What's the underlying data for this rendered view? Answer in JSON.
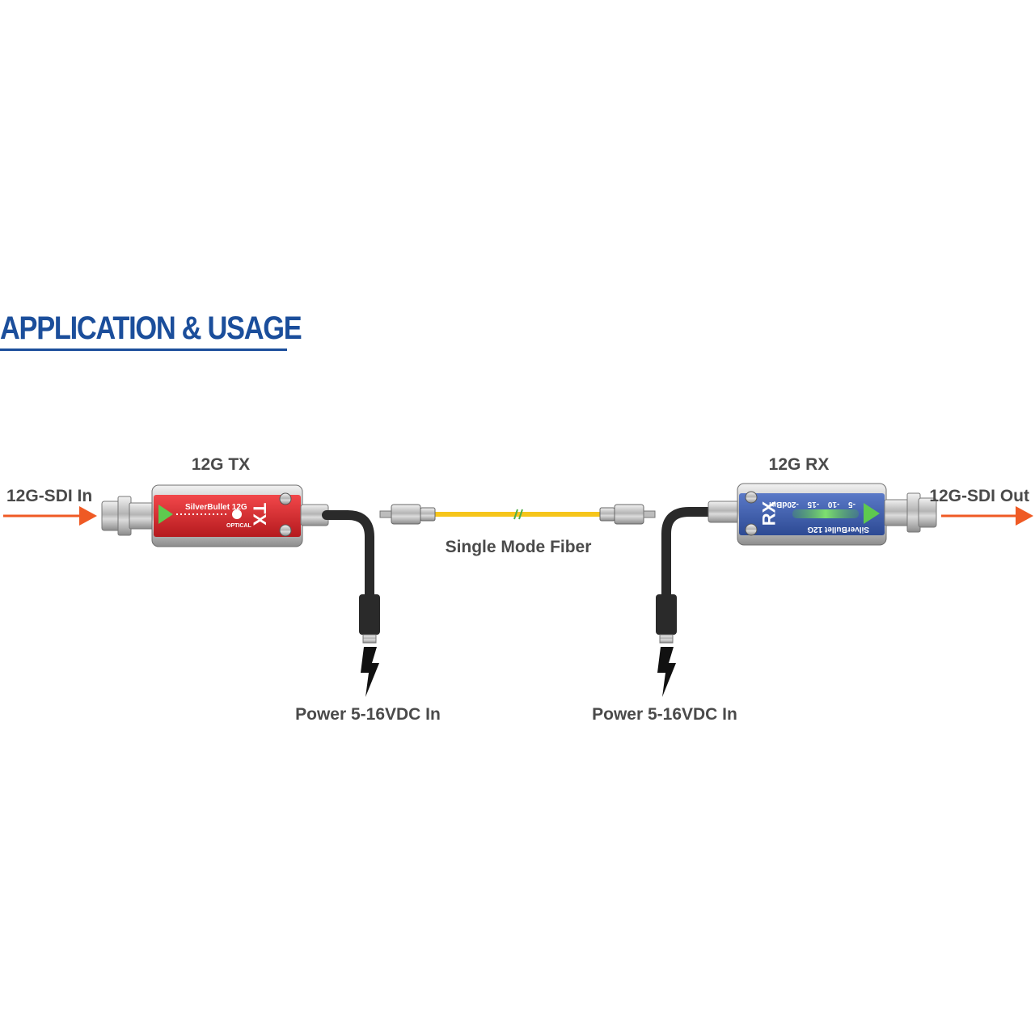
{
  "heading": {
    "text": "APPLICATION & USAGE"
  },
  "colors": {
    "heading": "#1b4e9b",
    "arrow": "#ef5a24",
    "tx_body": "#e0282c",
    "rx_body": "#3f5fb0",
    "fiber": "#f6c51b",
    "indicator_green": "#5ec94f",
    "label_gray": "#4a4a4a",
    "cable": "#2a2a2a"
  },
  "icons": {
    "tx_power": "lightning-bolt-icon",
    "rx_power": "lightning-bolt-icon",
    "input_arrow": "arrow-right-icon",
    "output_arrow": "arrow-right-icon"
  },
  "labels": {
    "input": "12G-SDI In",
    "output": "12G-SDI Out",
    "tx_title": "12G TX",
    "rx_title": "12G RX",
    "fiber": "Single Mode Fiber",
    "tx_power": "Power 5-16VDC In",
    "rx_power": "Power 5-16VDC In"
  },
  "tx_device": {
    "brand": "SilverBullet 12G",
    "code": "TX",
    "sublabel": "OPTICAL"
  },
  "rx_device": {
    "brand": "SilverBullet 12G",
    "code": "RX",
    "scale": [
      "-5",
      "-10",
      "-15",
      "-20dBm"
    ]
  }
}
